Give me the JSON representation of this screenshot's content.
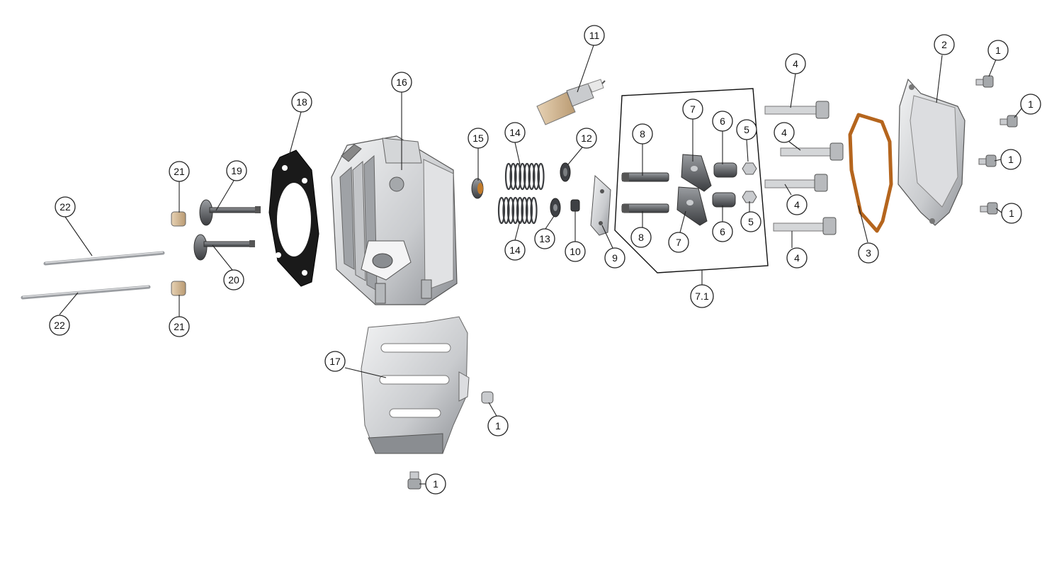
{
  "callouts": {
    "c1a": "1",
    "c1b": "1",
    "c1c": "1",
    "c1d": "1",
    "c1e": "1",
    "c1f": "1",
    "c2": "2",
    "c3": "3",
    "c4a": "4",
    "c4b": "4",
    "c4c": "4",
    "c4d": "4",
    "c5a": "5",
    "c5b": "5",
    "c6a": "6",
    "c6b": "6",
    "c7a": "7",
    "c7b": "7",
    "c71": "7.1",
    "c8a": "8",
    "c8b": "8",
    "c9": "9",
    "c10": "10",
    "c11": "11",
    "c12": "12",
    "c13": "13",
    "c14a": "14",
    "c14b": "14",
    "c15": "15",
    "c16": "16",
    "c17": "17",
    "c18": "18",
    "c19": "19",
    "c20": "20",
    "c21a": "21",
    "c21b": "21",
    "c22a": "22",
    "c22b": "22"
  },
  "colors": {
    "gasket_orange": "#b5651d",
    "gasket_black": "#1a1a1a",
    "metal_light": "#e6e7e8",
    "metal_dark": "#6b6e72",
    "line": "#222222"
  }
}
